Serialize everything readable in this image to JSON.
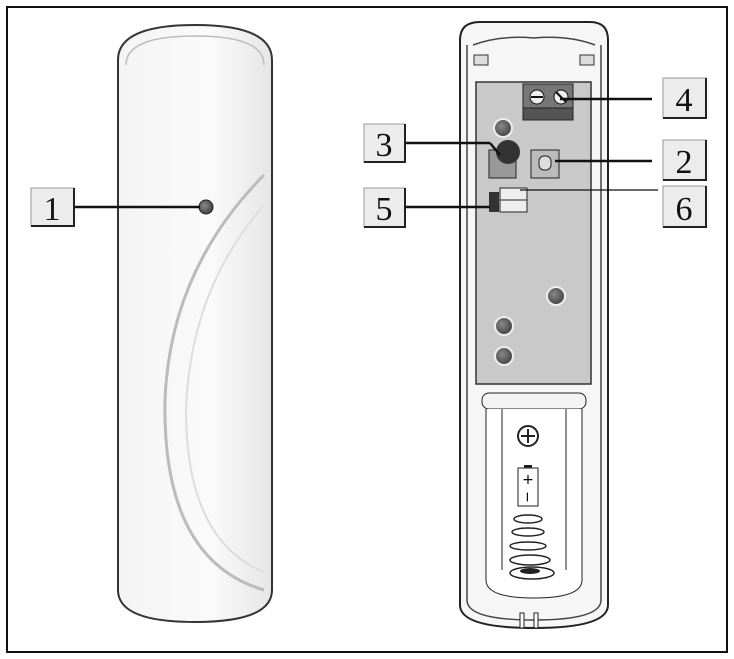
{
  "callouts": [
    {
      "number": "1"
    },
    {
      "number": "2"
    },
    {
      "number": "3"
    },
    {
      "number": "4"
    },
    {
      "number": "5"
    },
    {
      "number": "6"
    }
  ],
  "battery_symbol": {
    "plus": "+",
    "minus": "−"
  },
  "colors": {
    "pcb": "#c9c9c9",
    "label_box": "#ececec",
    "outline": "#111111"
  }
}
